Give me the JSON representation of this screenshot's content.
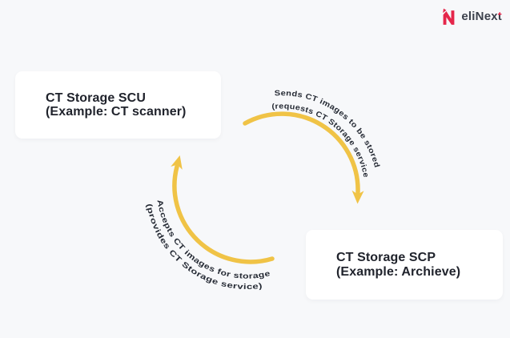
{
  "page": {
    "background_color": "#F7F8FA"
  },
  "logo": {
    "brand": "eliNext",
    "text_prefix": "eliNex",
    "text_accent": "t",
    "icon_color": "#E5264A",
    "text_color": "#3C414C"
  },
  "nodes": {
    "scu": {
      "title": "CT Storage SCU",
      "subtitle": "(Example: CT scanner)"
    },
    "scp": {
      "title": "CT Storage SCP",
      "subtitle": "(Example: Archieve)"
    }
  },
  "arrows": {
    "color": "#F0C346",
    "scu_to_scp": {
      "line1": "Sends CT images to be stored",
      "line2": "(requests CT Storage service"
    },
    "scp_to_scu": {
      "line1": "Accepts CT images for storage",
      "line2": "(provides CT Storage service)"
    }
  }
}
